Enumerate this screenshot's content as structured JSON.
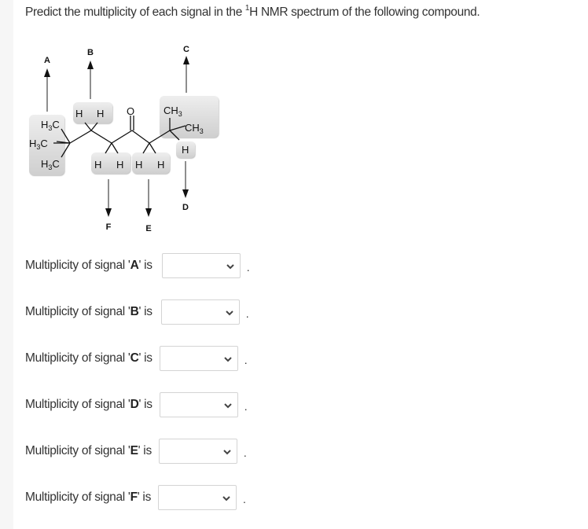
{
  "question": {
    "prefix": "Predict the multiplicity of each signal in the ",
    "superscript": "1",
    "suffix": "H NMR spectrum of the following compound."
  },
  "diagram": {
    "signal_labels": [
      "A",
      "B",
      "C",
      "D",
      "E",
      "F"
    ],
    "atoms": {
      "h3c_top": "H3C",
      "h3c_mid": "H3C",
      "h3c_bot": "H3C",
      "oxygen": "O",
      "ch3_top": "CH3",
      "ch3_right": "CH3",
      "h": "H"
    },
    "highlight_color": "#d9d9d9"
  },
  "rows": [
    {
      "prefix": "Multiplicity of signal '",
      "signal": "A",
      "suffix": "' is",
      "selected": "",
      "period": "."
    },
    {
      "prefix": "Multiplicity of signal '",
      "signal": "B",
      "suffix": "' is",
      "selected": "",
      "period": "."
    },
    {
      "prefix": "Multiplicity of signal '",
      "signal": "C",
      "suffix": "' is",
      "selected": "",
      "period": "."
    },
    {
      "prefix": "Multiplicity of signal '",
      "signal": "D",
      "suffix": "' is",
      "selected": "",
      "period": "."
    },
    {
      "prefix": "Multiplicity of signal '",
      "signal": "E",
      "suffix": "' is",
      "selected": "",
      "period": "."
    },
    {
      "prefix": "Multiplicity of signal '",
      "signal": "F",
      "suffix": "' is",
      "selected": "",
      "period": "."
    }
  ]
}
